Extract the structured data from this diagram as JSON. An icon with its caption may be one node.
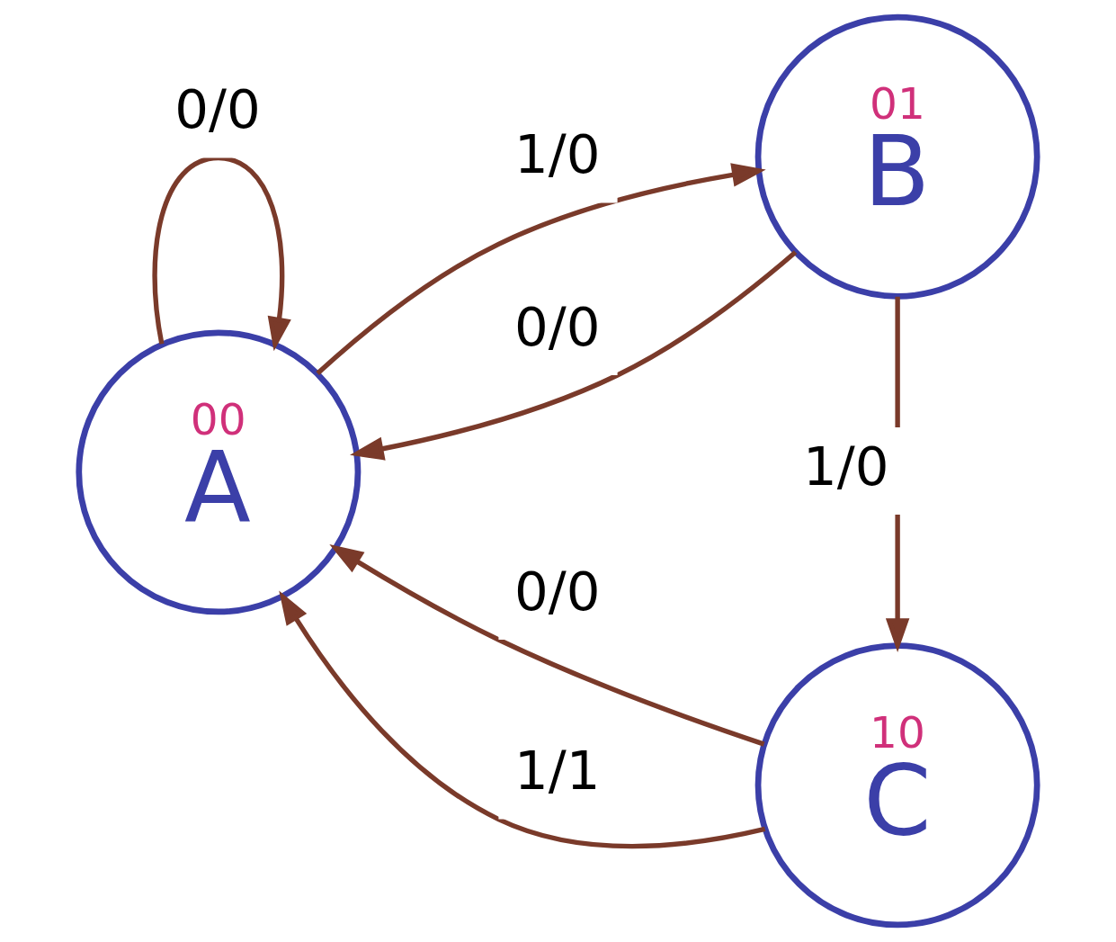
{
  "diagram": {
    "nodes": [
      {
        "text": [
          "00",
          "A"
        ]
      },
      {
        "text": [
          "01",
          "B"
        ]
      },
      {
        "text": [
          "10",
          "C"
        ]
      }
    ],
    "edges": [
      {
        "from": 0,
        "to": 0,
        "arrow": "to",
        "label": "0/0"
      },
      {
        "from": 0,
        "to": 1,
        "arrow": "to",
        "label": "1/0"
      },
      {
        "from": 1,
        "to": 0,
        "arrow": "to",
        "label": "0/0"
      },
      {
        "from": 1,
        "to": 2,
        "arrow": "to",
        "label": "1/0"
      },
      {
        "from": 2,
        "to": 0,
        "arrow": "to",
        "label": "0/0"
      },
      {
        "from": 2,
        "to": 0,
        "arrow": "to",
        "label": "1/1"
      }
    ]
  }
}
